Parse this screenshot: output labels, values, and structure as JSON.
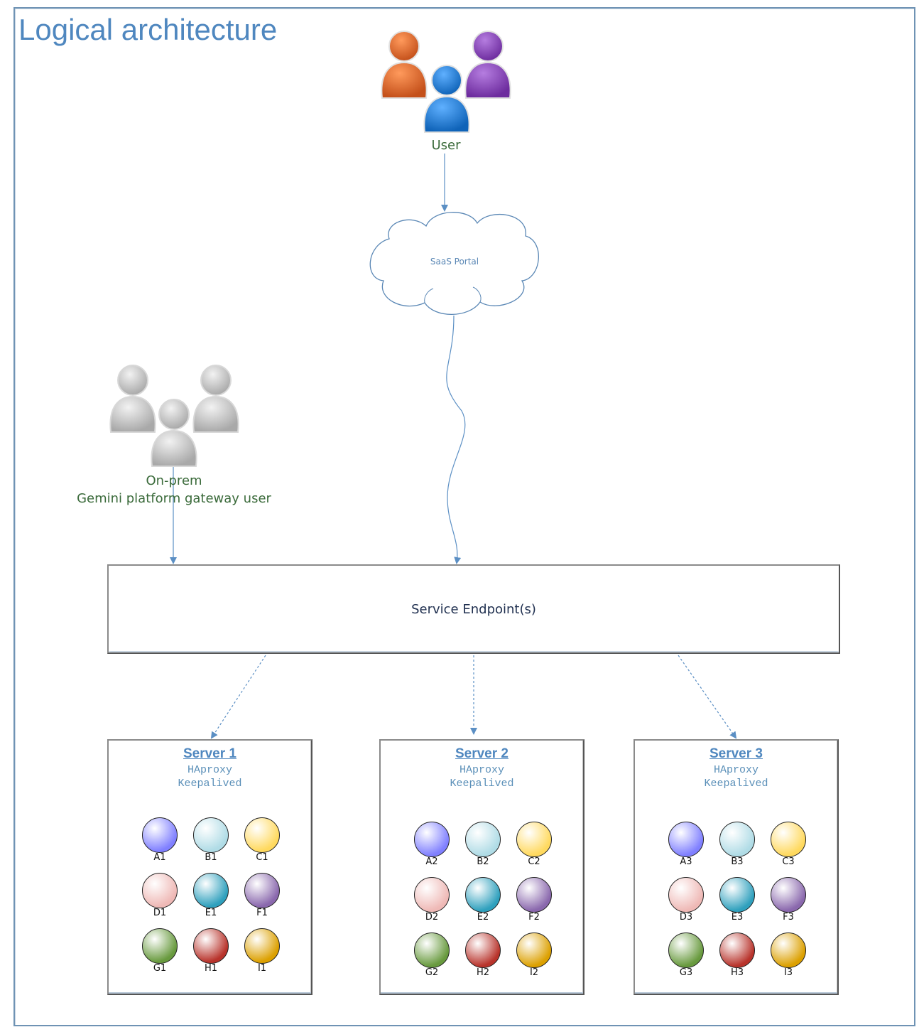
{
  "title": "Logical architecture",
  "actors": {
    "user": "User",
    "onprem_line1": "On-prem",
    "onprem_line2": "Gemini platform gateway user"
  },
  "cloud": {
    "label": "SaaS Portal"
  },
  "endpoint": {
    "label": "Service Endpoint(s)"
  },
  "colors": {
    "A": "#8080ff",
    "B": "#b0dce6",
    "C": "#ffd95e",
    "D": "#efb9b6",
    "E": "#2fa0bd",
    "F": "#8a68ad",
    "G": "#689a3e",
    "H": "#b8332b",
    "I": "#dca000",
    "user_orange": "#e06a2a",
    "user_blue": "#1f7fd8",
    "user_purple": "#8a3fbe",
    "user_grey": "#c4c4c4"
  },
  "servers": [
    {
      "name": "Server 1",
      "services": [
        "HAproxy",
        "Keepalived"
      ],
      "nodes": [
        "A1",
        "B1",
        "C1",
        "D1",
        "E1",
        "F1",
        "G1",
        "H1",
        "I1"
      ]
    },
    {
      "name": "Server 2",
      "services": [
        "HAproxy",
        "Keepalived"
      ],
      "nodes": [
        "A2",
        "B2",
        "C2",
        "D2",
        "E2",
        "F2",
        "G2",
        "H2",
        "I2"
      ]
    },
    {
      "name": "Server 3",
      "services": [
        "HAproxy",
        "Keepalived"
      ],
      "nodes": [
        "A3",
        "B3",
        "C3",
        "D3",
        "E3",
        "F3",
        "G3",
        "H3",
        "I3"
      ]
    }
  ]
}
